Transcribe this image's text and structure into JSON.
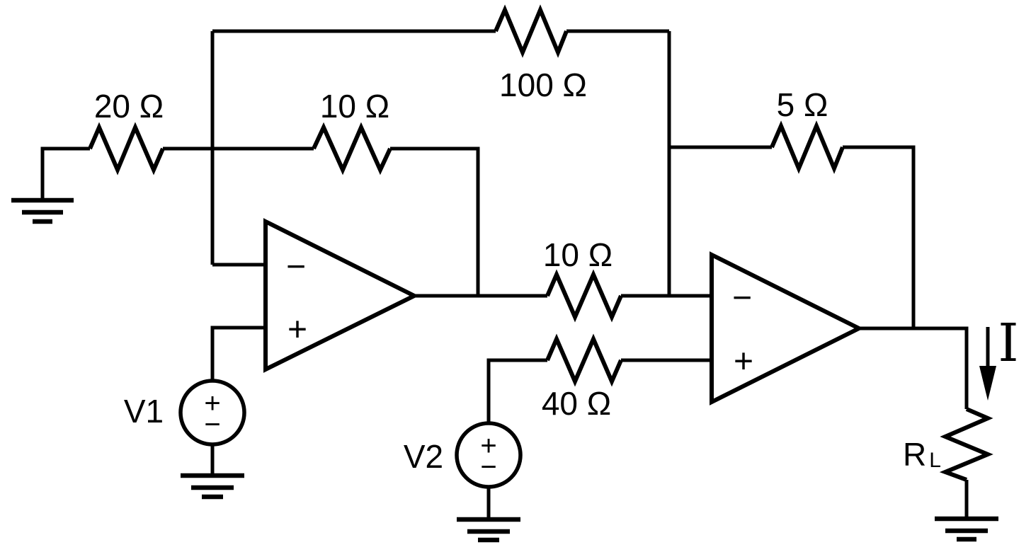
{
  "page": {
    "type": "circuit-schematic",
    "ink_color": "#000000",
    "background_color": "#ffffff"
  },
  "labels": {
    "r20": "20 Ω",
    "r10_feedback": "10 Ω",
    "r100": "100 Ω",
    "r5": "5 Ω",
    "r10_series": "10 Ω",
    "r40": "40 Ω",
    "rl_name": "R",
    "rl_subscript": "L",
    "v1": "V1",
    "v2": "V2",
    "current": "I"
  },
  "symbols": {
    "source_plus": "+",
    "source_minus": "−",
    "opamp1_inverting": "−",
    "opamp1_noninverting": "+",
    "opamp2_inverting": "−",
    "opamp2_noninverting": "+"
  }
}
